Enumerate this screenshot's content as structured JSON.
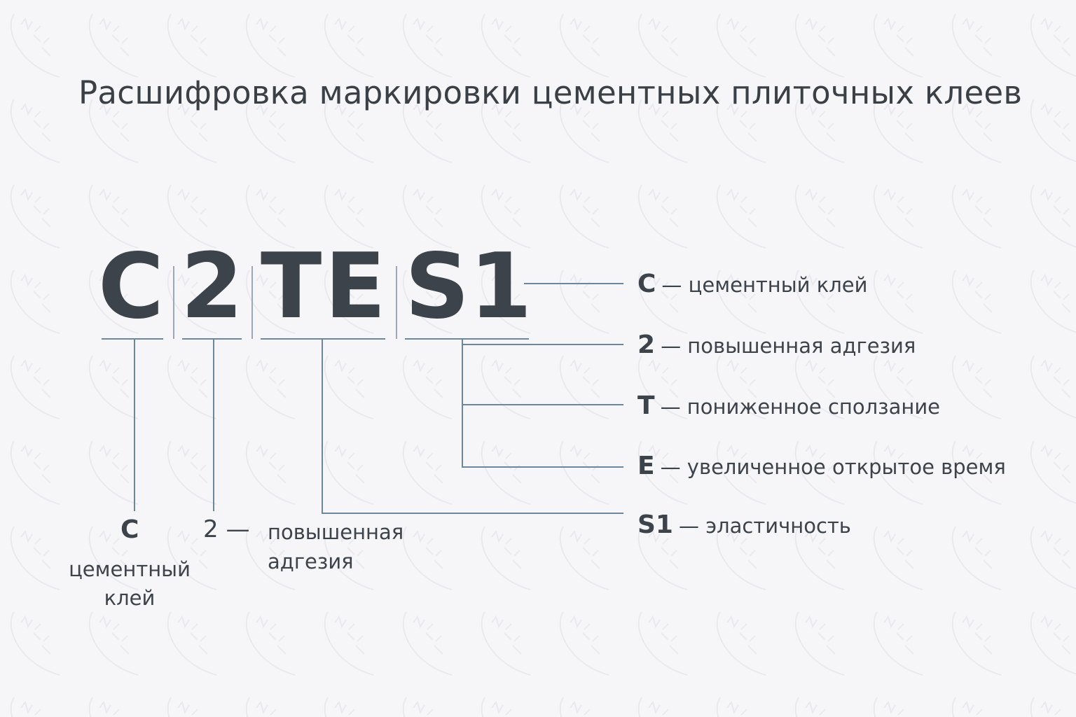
{
  "title": "Расшифровка маркировки цементных плиточных клеев",
  "code": {
    "c": "C",
    "n2": "2",
    "te": "TE",
    "s1": "S1"
  },
  "labels": [
    {
      "code": "C",
      "text": "— цементный клей"
    },
    {
      "code": "2",
      "text": "— повышенная адгезия"
    },
    {
      "code": "T",
      "text": "— пониженное сползание"
    },
    {
      "code": "E",
      "text": "— увеличенное открытое время"
    },
    {
      "code": "S1",
      "text": "— эластичность"
    }
  ],
  "bottom": {
    "c_code": "C",
    "c_line1": "цементный",
    "c_line2": "клей",
    "n2_code": "2 —",
    "n2_line1": "повышенная",
    "n2_line2": "адгезия"
  },
  "watermark": "МПКМ",
  "colors": {
    "text": "#3d434b",
    "lines": "#6b879d"
  }
}
